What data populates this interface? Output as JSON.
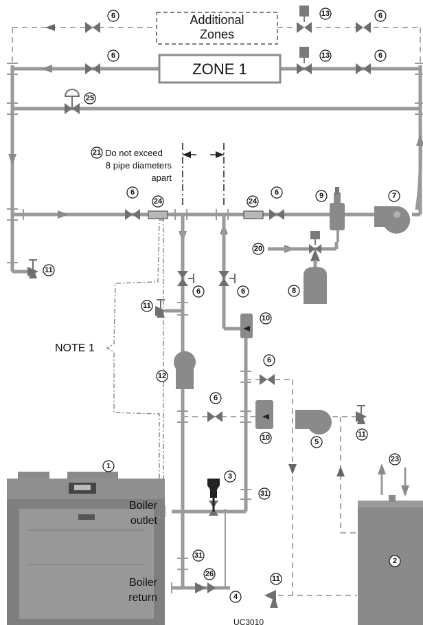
{
  "zones": {
    "additional_line1": "Additional",
    "additional_line2": "Zones",
    "zone1": "ZONE 1"
  },
  "notes": {
    "spacing_line1": "Do not exceed",
    "spacing_line2": "8 pipe diameters",
    "spacing_line3": "apart",
    "note1": "NOTE 1"
  },
  "labels": {
    "boiler_outlet_line1": "Boiler",
    "boiler_outlet_line2": "outlet",
    "boiler_return_line1": "Boiler",
    "boiler_return_line2": "return",
    "drawing_id": "UC3010"
  },
  "callouts": {
    "c1": "1",
    "c2": "2",
    "c3": "3",
    "c4": "4",
    "c5": "5",
    "c6": "6",
    "c7": "7",
    "c8": "8",
    "c9": "9",
    "c10": "10",
    "c11": "11",
    "c12": "12",
    "c13": "13",
    "c20": "20",
    "c21": "21",
    "c23": "23",
    "c24": "24",
    "c25": "25",
    "c26": "26",
    "c31": "31"
  },
  "colors": {
    "pipe": "#9a9a9a",
    "component": "#6f6f6f",
    "boiler_body": "#8a8a8a"
  }
}
